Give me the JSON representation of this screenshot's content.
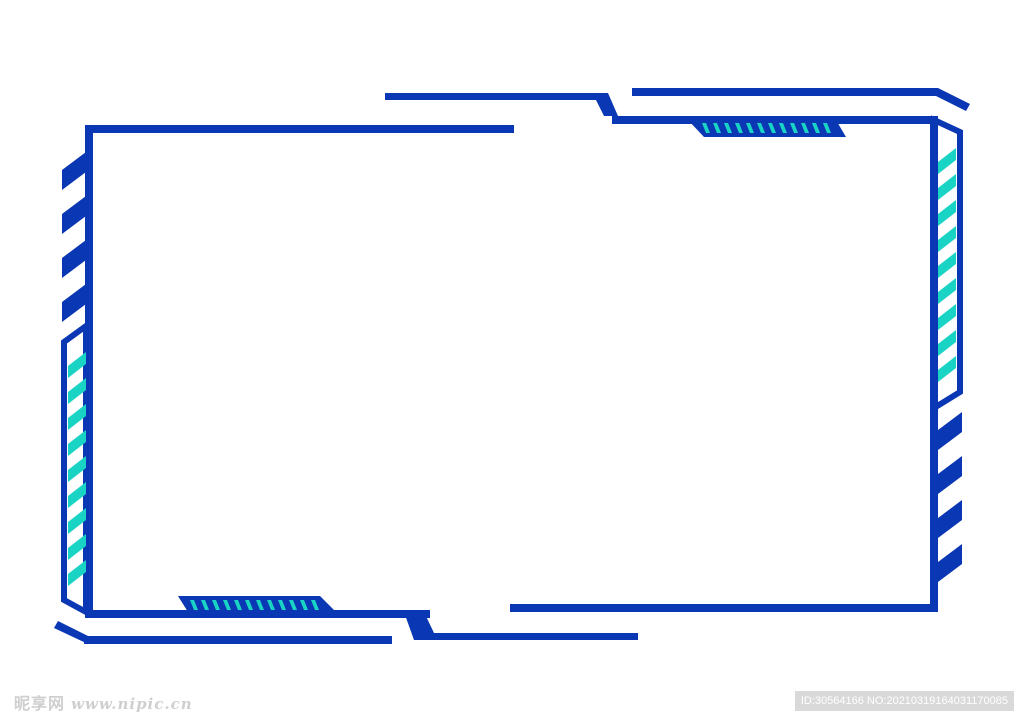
{
  "colors": {
    "frame_blue": "#0a37b4",
    "accent_teal": "#19d3c5",
    "background": "#ffffff",
    "watermark_gray": "#cfcfcf"
  },
  "watermark": {
    "site_logo": "昵享网",
    "site_url": "www.nipic.cn",
    "id_text": "ID:30564166 NO:20210319164031170085"
  }
}
